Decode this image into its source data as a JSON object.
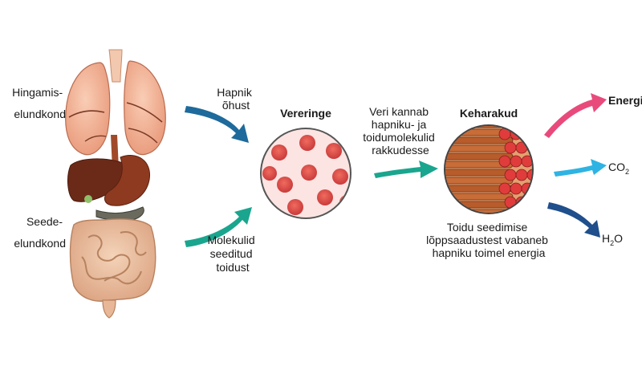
{
  "labels": {
    "respiratory": [
      "Hingamis-",
      "elundkond"
    ],
    "digestive": [
      "Seede-",
      "elundkond"
    ],
    "oxygen_from_air": [
      "Hapnik",
      "õhust"
    ],
    "molecules_from_food": [
      "Molekulid",
      "seeditud",
      "toidust"
    ],
    "circulation": "Vereringe",
    "blood_carries": [
      "Veri kannab",
      "hapniku- ja",
      "toidumolekulid",
      "rakkudesse"
    ],
    "body_cells": "Keharakud",
    "energy_release": [
      "Toidu seedimise",
      "lõppsaadustest vabaneb",
      "hapniku toimel energia"
    ],
    "energy": "Energia",
    "co2": {
      "base": "CO",
      "sub": "2"
    },
    "h2o": {
      "base": "H",
      "sub": "2",
      "tail": "O"
    }
  },
  "colors": {
    "arrow_blue": "#1e6a9c",
    "arrow_teal": "#1aa58e",
    "arrow_pink": "#e94a7c",
    "arrow_cyan": "#2fb3e3",
    "arrow_navy": "#1f4f8c",
    "lung": "#f4b396",
    "liver": "#6b2a18",
    "intestine": "#eec3a3",
    "blood_cell": "#e35555",
    "cell_tissue": "#c86c38"
  }
}
